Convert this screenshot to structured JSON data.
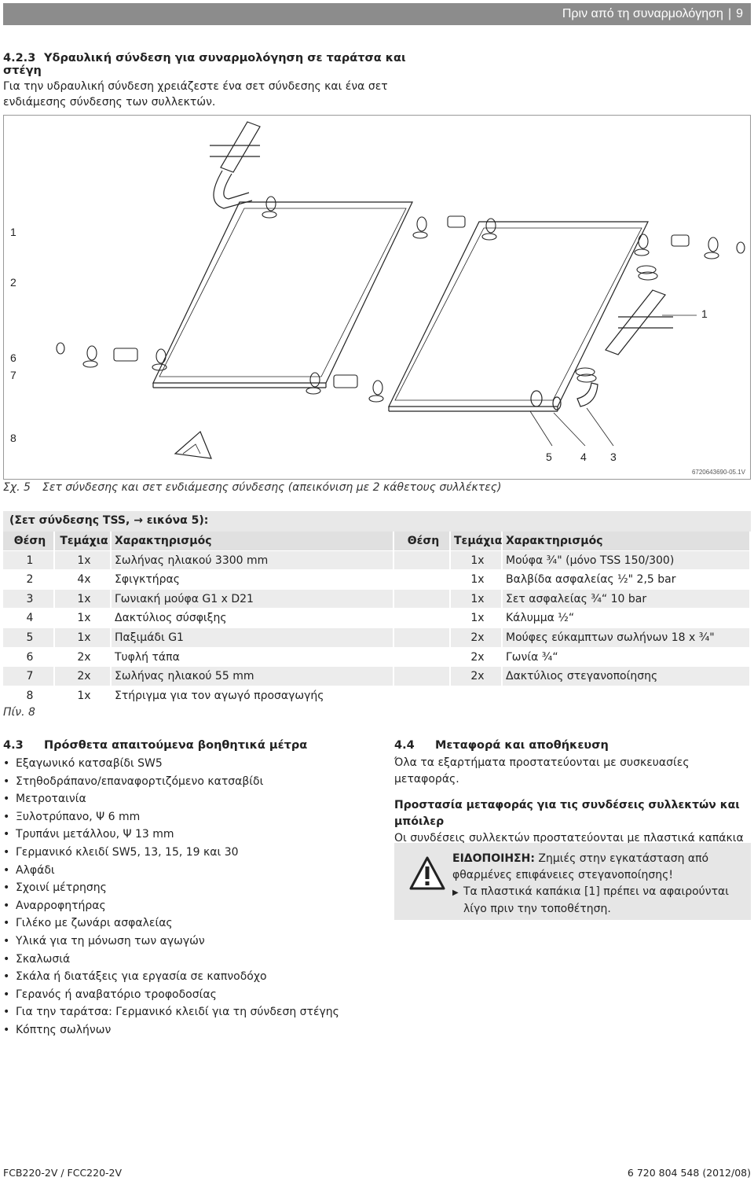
{
  "header": {
    "title": "Πριν από τη συναρμολόγηση",
    "page": "9"
  },
  "intro": {
    "number": "4.2.3",
    "heading": "Υδραυλική σύνδεση για συναρμολόγηση σε ταράτσα και στέγη",
    "text": "Για την υδραυλική σύνδεση χρειάζεστε ένα σετ σύνδεσης και ένα σετ ενδιάμεσης σύνδεσης των συλλεκτών."
  },
  "figure": {
    "callouts": [
      "1",
      "2",
      "6",
      "7",
      "8",
      "1",
      "5",
      "4",
      "3"
    ],
    "code": "6720643690-05.1V"
  },
  "caption": {
    "label": "Σχ. 5",
    "text": "Σετ σύνδεσης και σετ ενδιάμεσης σύνδεσης (απεικόνιση με 2 κάθετους συλλέκτες)"
  },
  "table": {
    "title": "(Σετ σύνδεσης TSS, → εικόνα 5):",
    "headers": [
      "Θέση",
      "Τεμάχια",
      "Χαρακτηρισμός",
      "Θέση",
      "Τεμάχια",
      "Χαρακτηρισμός"
    ],
    "rows": [
      [
        "1",
        "1x",
        "Σωλήνας ηλιακού 3300 mm",
        "",
        "1x",
        "Μούφα ¾\" (μόνο TSS 150/300)"
      ],
      [
        "2",
        "4x",
        "Σφιγκτήρας",
        "",
        "1x",
        "Βαλβίδα ασφαλείας ½\" 2,5 bar"
      ],
      [
        "3",
        "1x",
        "Γωνιακή μούφα G1 x D21",
        "",
        "1x",
        "Σετ ασφαλείας ¾“ 10 bar"
      ],
      [
        "4",
        "1x",
        "Δακτύλιος σύσφιξης",
        "",
        "1x",
        "Κάλυμμα ½“"
      ],
      [
        "5",
        "1x",
        "Παξιμάδι G1",
        "",
        "2x",
        "Μούφες εύκαμπτων σωλήνων 18 x ¾\""
      ],
      [
        "6",
        "2x",
        "Τυφλή τάπα",
        "",
        "2x",
        "Γωνία ¾“"
      ],
      [
        "7",
        "2x",
        "Σωλήνας ηλιακού 55 mm",
        "",
        "2x",
        "Δακτύλιος στεγανοποίησης"
      ],
      [
        "8",
        "1x",
        "Στήριγμα για τον αγωγό προσαγωγής",
        "",
        "",
        ""
      ]
    ],
    "note": "Πίν. 8"
  },
  "tools": {
    "number": "4.3",
    "heading": "Πρόσθετα απαιτούμενα βοηθητικά μέτρα",
    "items": [
      "Εξαγωνικό κατσαβίδι SW5",
      "Στηθοδράπανο/επαναφορτιζόμενο κατσαβίδι",
      "Μετροταινία",
      "Ξυλοτρύπανο, Ψ 6 mm",
      "Τρυπάνι μετάλλου, Ψ 13 mm",
      "Γερμανικό κλειδί SW5, 13, 15, 19 και 30",
      "Αλφάδι",
      "Σχοινί μέτρησης",
      "Αναρροφητήρας",
      "Γιλέκο με ζωνάρι ασφαλείας",
      "Υλικά για τη μόνωση των αγωγών",
      "Σκαλωσιά",
      "Σκάλα ή διατάξεις για εργασία σε καπνοδόχο",
      "Γερανός ή αναβατόριο τροφοδοσίας",
      "Για την ταράτσα: Γερμανικό κλειδί για τη σύνδεση στέγης",
      "Κόπτης σωλήνων"
    ]
  },
  "transport": {
    "number": "4.4",
    "heading": "Μεταφορά και αποθήκευση",
    "text": "Όλα τα εξαρτήματα προστατεύονται με συσκευασίες μεταφοράς.",
    "sub_heading": "Προστασία μεταφοράς για τις συνδέσεις συλλεκτών και μπόιλερ",
    "sub_text": "Οι συνδέσεις συλλεκτών προστατεύονται με πλαστικά καπάκια από φθορές."
  },
  "warning": {
    "label": "ΕΙΔΟΠΟΙΗΣΗ:",
    "line1": "Ζημιές στην εγκατάσταση από",
    "line2": "φθαρμένες επιφάνειες στεγανοποίησης!",
    "bullet1": "Τα πλαστικά καπάκια [1] πρέπει να αφαιρούνται",
    "bullet2": "λίγο πριν την τοποθέτηση."
  },
  "footer": {
    "left": "FCB220-2V / FCC220-2V",
    "right": "6 720 804 548 (2012/08)"
  }
}
